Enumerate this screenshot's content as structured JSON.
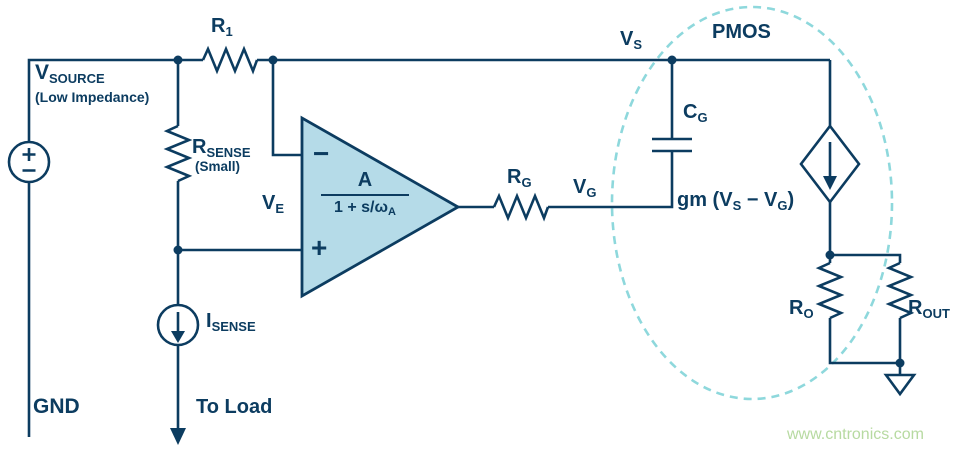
{
  "colors": {
    "wire": "#0c3c60",
    "opamp_fill": "#b5dbe8",
    "ellipse": "#8ed8dc",
    "watermark": "#b7daa1"
  },
  "labels": {
    "v_source": {
      "main": "V",
      "sub": "SOURCE",
      "note": "(Low Impedance)"
    },
    "gnd": "GND",
    "r1": {
      "main": "R",
      "sub": "1"
    },
    "r_sense": {
      "main": "R",
      "sub": "SENSE",
      "note": "(Small)"
    },
    "v_e": {
      "main": "V",
      "sub": "E"
    },
    "opamp": {
      "minus": "−",
      "plus": "+",
      "num": "A",
      "den_main": "1 + s/ω",
      "den_sub": "A"
    },
    "r_g": {
      "main": "R",
      "sub": "G"
    },
    "v_g": {
      "main": "V",
      "sub": "G"
    },
    "v_s": {
      "main": "V",
      "sub": "S"
    },
    "c_g": {
      "main": "C",
      "sub": "G"
    },
    "pmos": "PMOS",
    "gm": {
      "p1": "gm (V",
      "s1": "S",
      "p2": " − V",
      "s2": "G",
      "p3": ")"
    },
    "i_sense": {
      "main": "I",
      "sub": "SENSE"
    },
    "to_load": "To Load",
    "r_o": {
      "main": "R",
      "sub": "O"
    },
    "r_out": {
      "main": "R",
      "sub": "OUT"
    },
    "watermark": "www.cntronics.com"
  }
}
